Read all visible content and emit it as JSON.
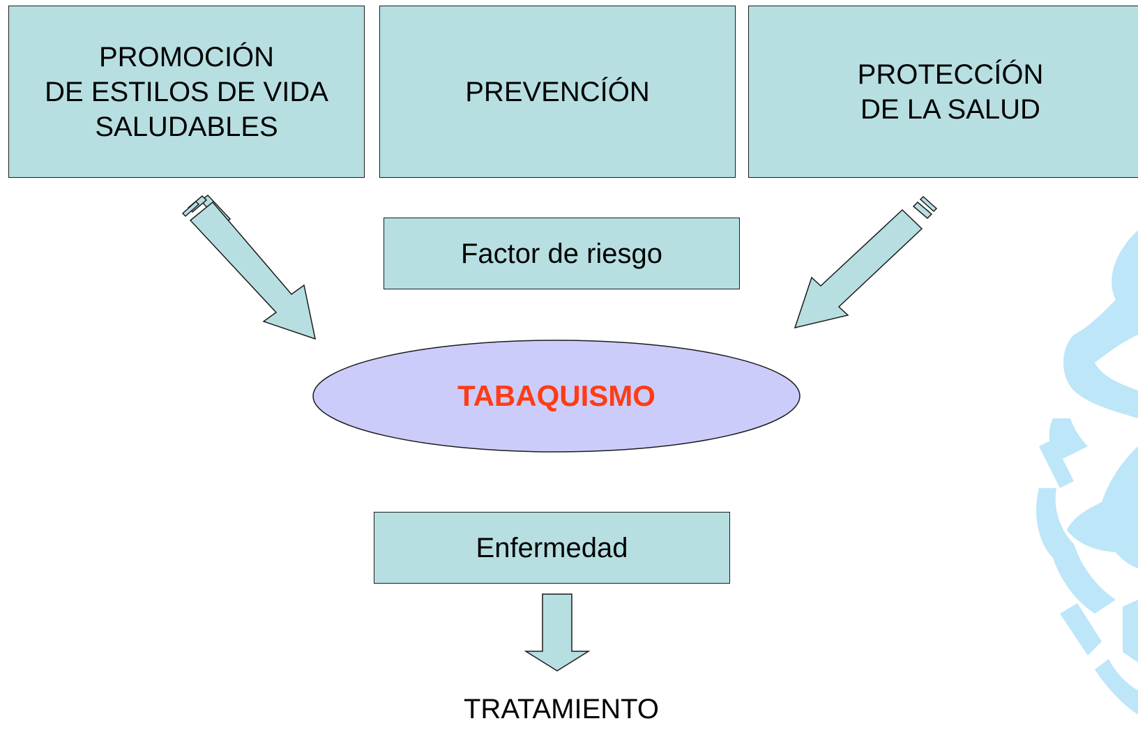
{
  "colors": {
    "box_fill": "#b7dfe2",
    "ellipse_fill": "#ccccfb",
    "highlight_text": "#ff3c14",
    "watermark": "#bde6f8"
  },
  "diagram": {
    "top_boxes": [
      {
        "text": "PROMOCIÓN\nDE ESTILOS DE VIDA\nSALUDABLES"
      },
      {
        "text": "PREVENCÍÓN"
      },
      {
        "text": "PROTECCÍÓN\nDE LA SALUD"
      }
    ],
    "factor_label": "Factor de riesgo",
    "center_label": "TABAQUISMO",
    "disease_label": "Enfermedad",
    "treatment_label": "TRATAMIENTO"
  },
  "icons": [
    "striped-arrow-icon",
    "down-arrow-icon",
    "university-seal-watermark"
  ]
}
